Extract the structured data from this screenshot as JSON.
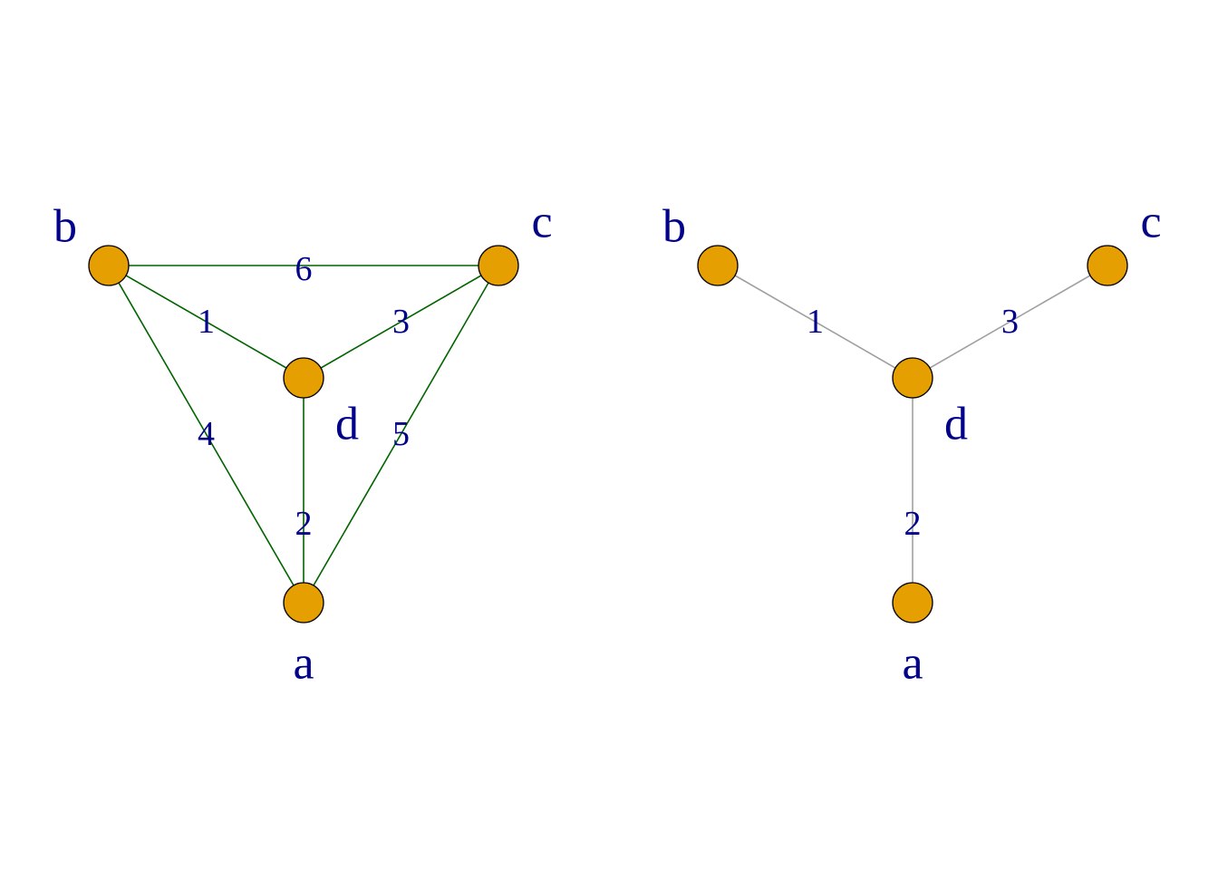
{
  "colors": {
    "vertex_fill": "#E69F00",
    "vertex_stroke": "#000000",
    "label_color": "#00008B",
    "graph_edge_color": "#006400",
    "tree_edge_color": "#A0A0A0"
  },
  "graphs": [
    {
      "name": "full-graph",
      "vertices": [
        "a",
        "b",
        "c",
        "d"
      ],
      "edges": [
        {
          "from": "b",
          "to": "d",
          "label": "1"
        },
        {
          "from": "a",
          "to": "d",
          "label": "2"
        },
        {
          "from": "c",
          "to": "d",
          "label": "3"
        },
        {
          "from": "a",
          "to": "b",
          "label": "4"
        },
        {
          "from": "a",
          "to": "c",
          "label": "5"
        },
        {
          "from": "b",
          "to": "c",
          "label": "6"
        }
      ]
    },
    {
      "name": "spanning-tree",
      "vertices": [
        "a",
        "b",
        "c",
        "d"
      ],
      "edges": [
        {
          "from": "b",
          "to": "d",
          "label": "1"
        },
        {
          "from": "a",
          "to": "d",
          "label": "2"
        },
        {
          "from": "c",
          "to": "d",
          "label": "3"
        }
      ]
    }
  ]
}
